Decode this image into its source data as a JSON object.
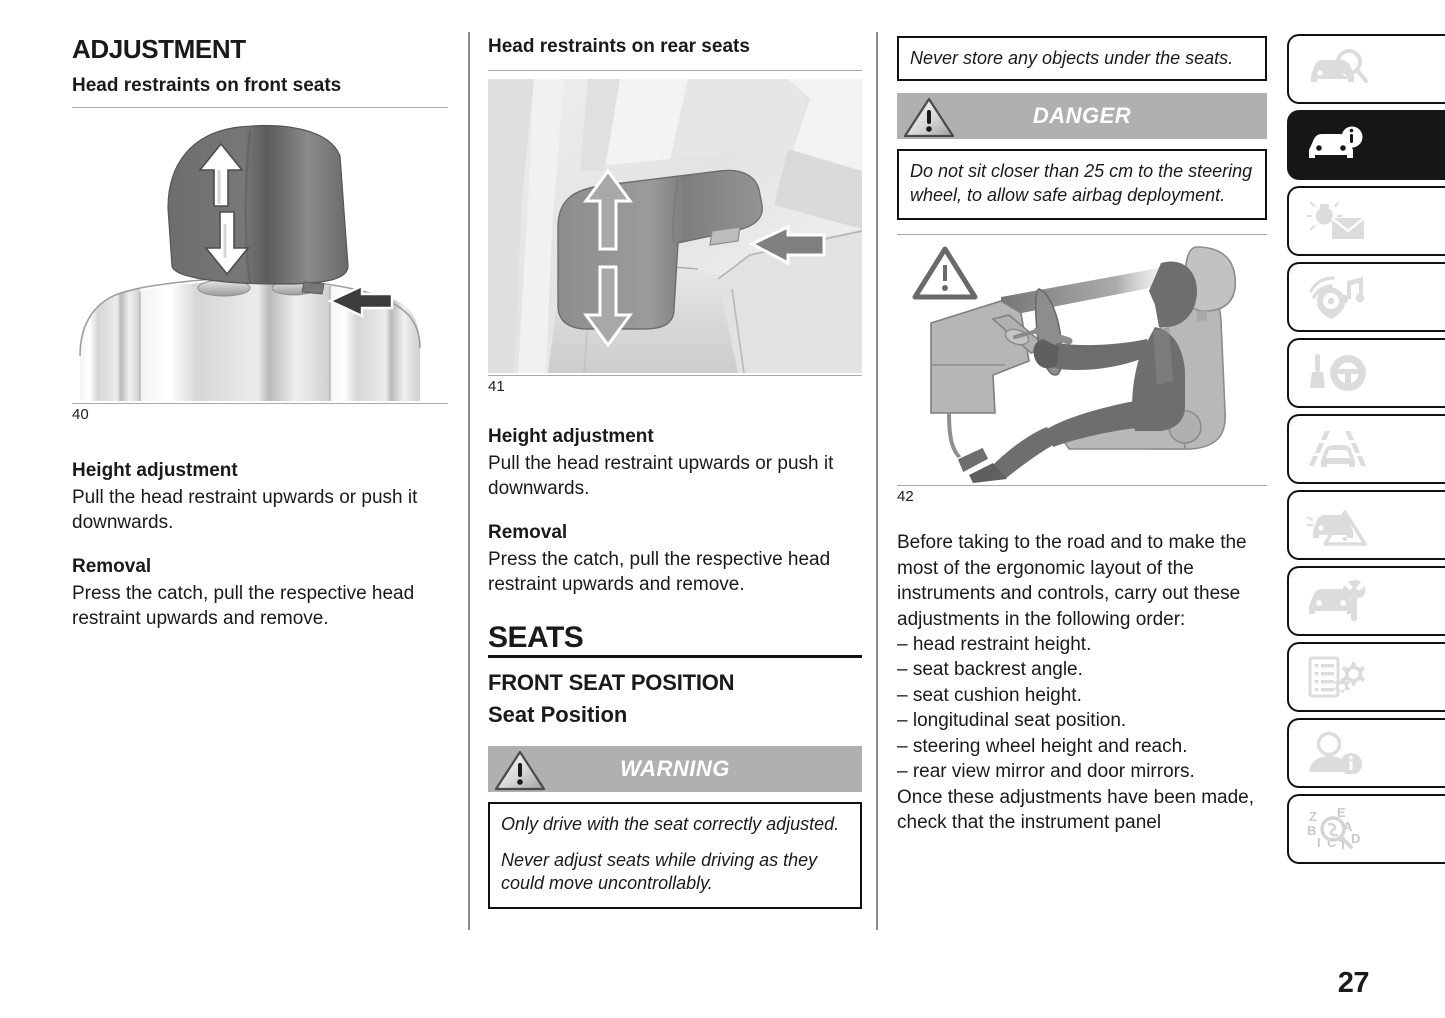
{
  "page": {
    "number": "27"
  },
  "left_column": {
    "section_title": "ADJUSTMENT",
    "sub_title": "Head restraints on front seats",
    "figure_number": "40",
    "figure_name": "front-seat-head-restraint-illustration",
    "blocks": [
      {
        "heading": "Height adjustment",
        "text": "Pull the head restraint upwards or push it downwards."
      },
      {
        "heading": "Removal",
        "text": "Press the catch, pull the respective head restraint upwards and remove."
      }
    ]
  },
  "middle_column": {
    "sub_title": "Head restraints on rear seats",
    "figure_number": "41",
    "figure_name": "rear-seat-head-restraint-illustration",
    "blocks": [
      {
        "heading": "Height adjustment",
        "text": "Pull the head restraint upwards or push it downwards."
      },
      {
        "heading": "Removal",
        "text": "Press the catch, pull the respective head restraint upwards and remove."
      }
    ],
    "seats_title": "SEATS",
    "front_seat_position": "FRONT SEAT POSITION",
    "seat_position": "Seat Position",
    "warning": {
      "banner_label": "WARNING",
      "lines": [
        "Only drive with the seat correctly adjusted.",
        "Never adjust seats while driving as they could move uncontrollably."
      ]
    }
  },
  "right_column": {
    "top_note": "Never store any objects under the seats.",
    "danger": {
      "banner_label": "DANGER",
      "lines": [
        "Do not sit closer than 25 cm to the steering wheel, to allow safe airbag deployment."
      ]
    },
    "figure_number": "42",
    "figure_name": "driver-seating-position-illustration",
    "body_intro": "Before taking to the road and to make the most of the ergonomic layout of the instruments and controls, carry out these adjustments in the following order:",
    "adjustment_list": [
      "– head restraint height.",
      "– seat backrest angle.",
      "– seat cushion height.",
      "– longitudinal seat position.",
      "– steering wheel height and reach.",
      "– rear view mirror and door mirrors."
    ],
    "body_outro": "Once these adjustments have been made, check that the instrument panel"
  },
  "sidebar": {
    "tabs": [
      {
        "icon": "car-magnifier-icon",
        "name": "tab-getting-to-know-the-car",
        "active": false
      },
      {
        "icon": "car-info-icon",
        "name": "tab-knowing-your-car",
        "active": true
      },
      {
        "icon": "warning-light-envelope-icon",
        "name": "tab-warning-lights-messages",
        "active": false
      },
      {
        "icon": "infotainment-icon",
        "name": "tab-infotainment",
        "active": false
      },
      {
        "icon": "gear-steering-wheel-icon",
        "name": "tab-starting-and-driving",
        "active": false
      },
      {
        "icon": "car-in-lane-icon",
        "name": "tab-driving-assistance",
        "active": false
      },
      {
        "icon": "car-hazard-triangle-icon",
        "name": "tab-in-an-emergency",
        "active": false
      },
      {
        "icon": "car-wrench-icon",
        "name": "tab-maintenance-and-care",
        "active": false
      },
      {
        "icon": "list-gears-icon",
        "name": "tab-technical-specifications",
        "active": false
      },
      {
        "icon": "person-info-icon",
        "name": "tab-customer-service",
        "active": false
      },
      {
        "icon": "alphabetical-index-icon",
        "name": "tab-alphabetical-index",
        "active": false
      }
    ]
  },
  "colors": {
    "banner_gray": "#b0b0b0",
    "active_tab": "#161616",
    "divider": "#8c8c8c",
    "icon_gray": "#dcdcdc"
  }
}
